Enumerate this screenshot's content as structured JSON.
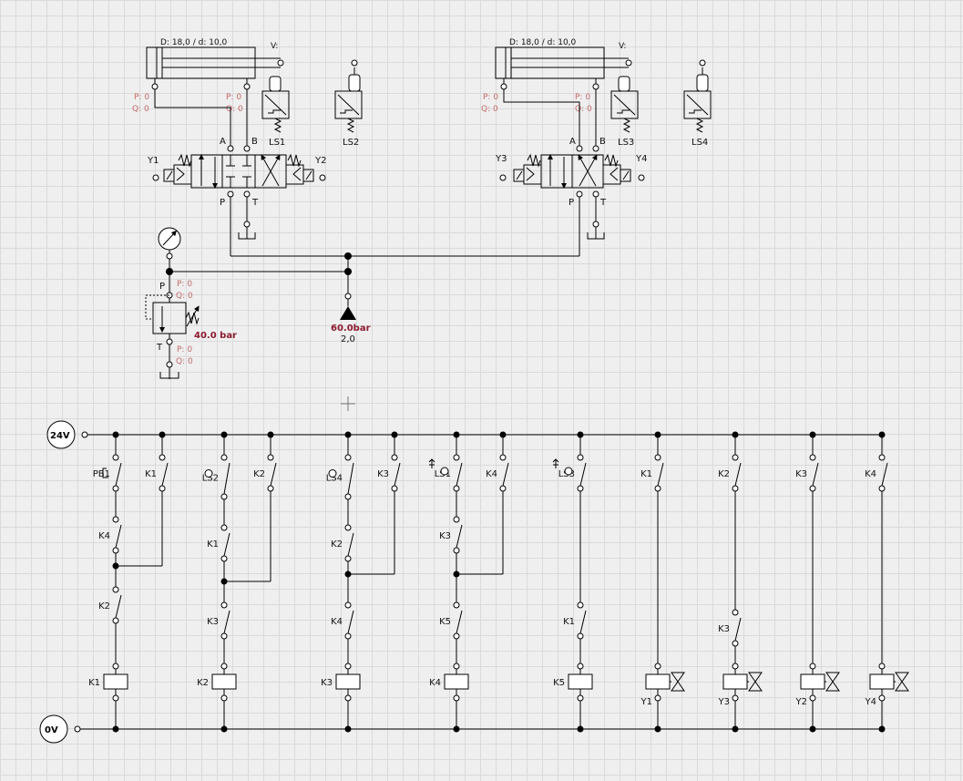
{
  "hydraulic": {
    "cylinder1": {
      "dims": "D: 18,0  /  d: 10,0",
      "v_label": "V:",
      "gauge_p": "P: 0",
      "gauge_q": "Q: 0",
      "gauge_p2": "P: 0",
      "gauge_q2": "Q: 0"
    },
    "cylinder2": {
      "dims": "D: 18,0  /  d: 10,0",
      "v_label": "V:",
      "gauge_p": "P: 0",
      "gauge_q": "Q: 0",
      "gauge_p2": "P: 0",
      "gauge_q2": "Q: 0"
    },
    "valve1": {
      "sol_left": "Y1",
      "sol_right": "Y2",
      "port_a": "A",
      "port_b": "B",
      "port_p": "P",
      "port_t": "T"
    },
    "valve2": {
      "sol_left": "Y3",
      "sol_right": "Y4",
      "port_a": "A",
      "port_b": "B",
      "port_p": "P",
      "port_t": "T"
    },
    "limit_switches": [
      "LS1",
      "LS2",
      "LS3",
      "LS4"
    ],
    "relief_valve": {
      "port_p": "P",
      "port_t": "T",
      "setting": "40.0 bar",
      "p_in": "P: 0",
      "q_in": "Q: 0",
      "p_out": "P: 0",
      "q_out": "Q: 0"
    },
    "pump": {
      "pressure": "60.0bar",
      "flow": "2,0"
    }
  },
  "electrical": {
    "supply_pos": "24V",
    "supply_neg": "0V",
    "rungs": [
      {
        "contacts": [
          "PB1",
          "K4",
          "K2"
        ],
        "hold": "K1",
        "coil": "K1"
      },
      {
        "contacts": [
          "LS2",
          "K1",
          "K3"
        ],
        "hold": "K2",
        "coil": "K2"
      },
      {
        "contacts": [
          "LS4",
          "K2",
          "K4"
        ],
        "hold": "K3",
        "coil": "K3"
      },
      {
        "contacts": [
          "LS1",
          "K3",
          "K5"
        ],
        "hold": "K4",
        "coil": "K4"
      },
      {
        "contacts": [
          "LS3",
          "K1"
        ],
        "coil": "K5"
      },
      {
        "contacts": [
          "K1"
        ],
        "coil": "Y1"
      },
      {
        "contacts": [
          "K2",
          "K3"
        ],
        "coil": "Y3"
      },
      {
        "contacts": [
          "K3"
        ],
        "coil": "Y2"
      },
      {
        "contacts": [
          "K4"
        ],
        "coil": "Y4"
      }
    ]
  },
  "colors": {
    "line": "#000000",
    "gauge_text": "#c46a6a",
    "relief_setting": "#8b1a2e",
    "grid": "#dadada",
    "background": "#efefef"
  }
}
